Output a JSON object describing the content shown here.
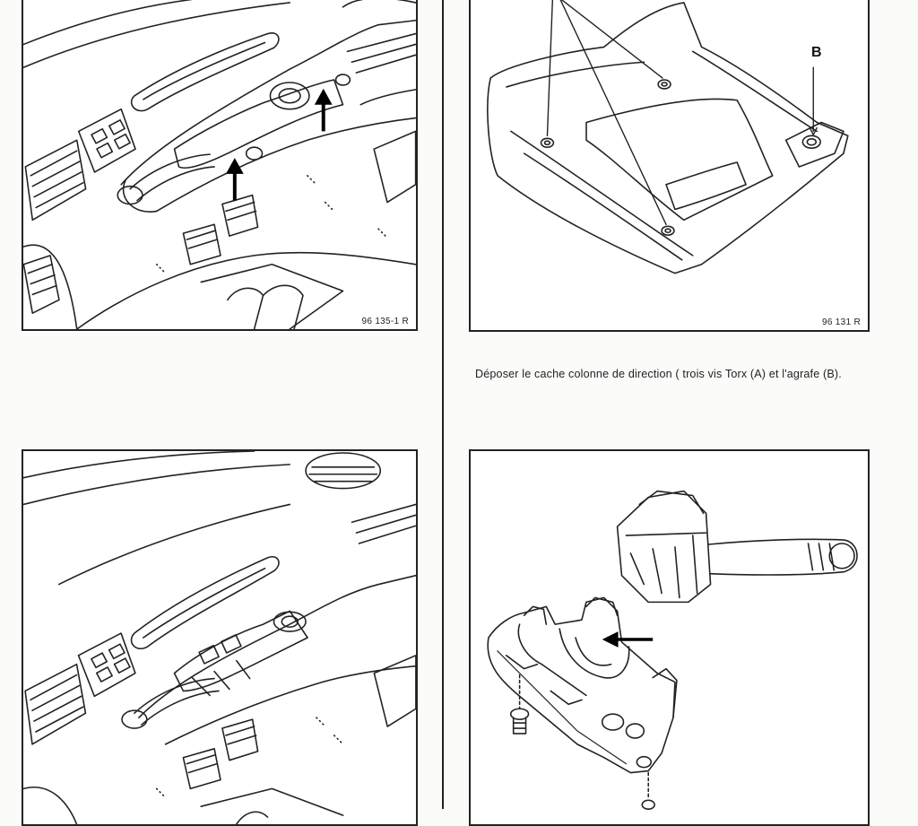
{
  "figures": {
    "top_left": {
      "ref": "96 135-1 R"
    },
    "top_right": {
      "ref": "96 131 R",
      "label_b": "B"
    }
  },
  "caption": {
    "text": "Déposer le cache colonne de direction ( trois vis Torx (A) et l'agrafe (B)."
  },
  "icons": [
    "arrow-icon",
    "screw-icon",
    "pedal-icon",
    "air-vent-icon"
  ]
}
